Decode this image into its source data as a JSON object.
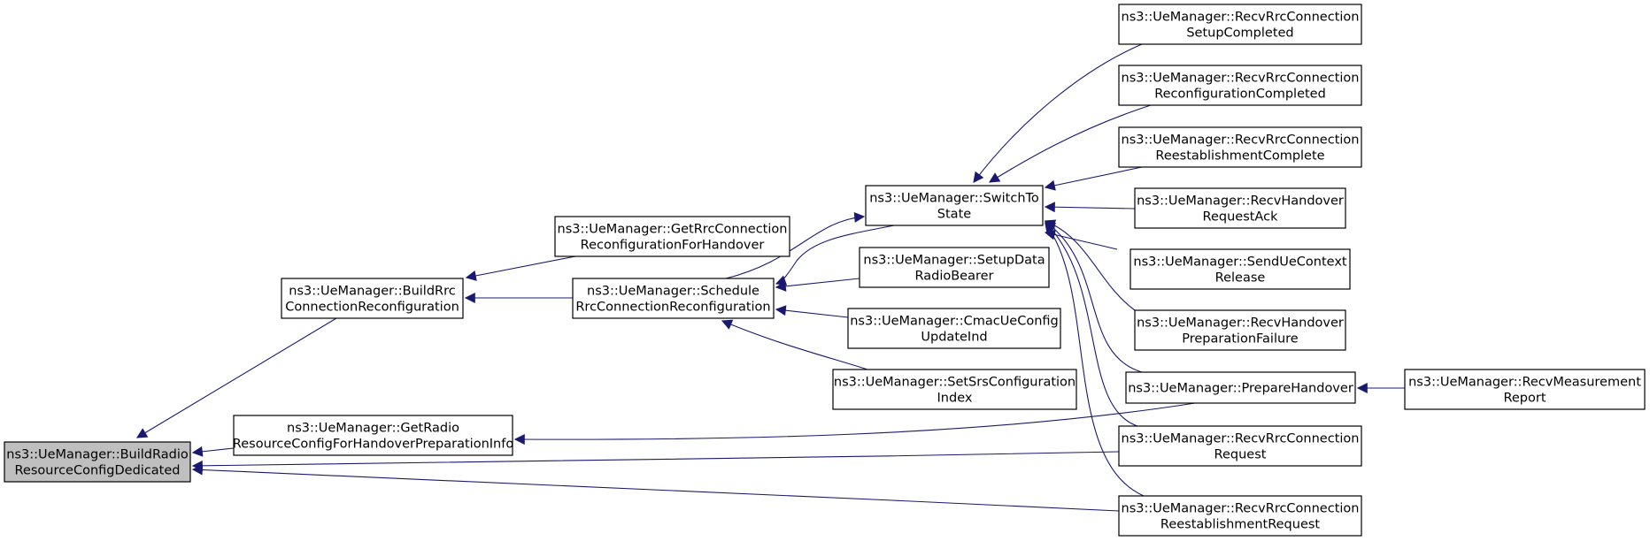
{
  "edge_color": "#191970",
  "root_fill": "#bfbfbf",
  "nodes": [
    {
      "id": "n0",
      "lines": [
        "ns3::UeManager::BuildRadio",
        "ResourceConfigDedicated"
      ],
      "root": true
    },
    {
      "id": "n1",
      "lines": [
        "ns3::UeManager::BuildRrc",
        "ConnectionReconfiguration"
      ]
    },
    {
      "id": "n2",
      "lines": [
        "ns3::UeManager::GetRadio",
        "ResourceConfigForHandoverPreparationInfo"
      ]
    },
    {
      "id": "n3",
      "lines": [
        "ns3::UeManager::GetRrcConnection",
        "ReconfigurationForHandover"
      ]
    },
    {
      "id": "n4",
      "lines": [
        "ns3::UeManager::Schedule",
        "RrcConnectionReconfiguration"
      ]
    },
    {
      "id": "n5",
      "lines": [
        "ns3::UeManager::SwitchTo",
        "State"
      ]
    },
    {
      "id": "n6",
      "lines": [
        "ns3::UeManager::SetupData",
        "RadioBearer"
      ]
    },
    {
      "id": "n7",
      "lines": [
        "ns3::UeManager::CmacUeConfig",
        "UpdateInd"
      ]
    },
    {
      "id": "n8",
      "lines": [
        "ns3::UeManager::SetSrsConfiguration",
        "Index"
      ]
    },
    {
      "id": "n9",
      "lines": [
        "ns3::UeManager::RecvRrcConnection",
        "SetupCompleted"
      ]
    },
    {
      "id": "n10",
      "lines": [
        "ns3::UeManager::RecvRrcConnection",
        "ReconfigurationCompleted"
      ]
    },
    {
      "id": "n11",
      "lines": [
        "ns3::UeManager::RecvRrcConnection",
        "ReestablishmentComplete"
      ]
    },
    {
      "id": "n12",
      "lines": [
        "ns3::UeManager::RecvHandover",
        "RequestAck"
      ]
    },
    {
      "id": "n13",
      "lines": [
        "ns3::UeManager::SendUeContext",
        "Release"
      ]
    },
    {
      "id": "n14",
      "lines": [
        "ns3::UeManager::RecvHandover",
        "PreparationFailure"
      ]
    },
    {
      "id": "n15",
      "lines": [
        "ns3::UeManager::PrepareHandover"
      ]
    },
    {
      "id": "n16",
      "lines": [
        "ns3::UeManager::RecvRrcConnection",
        "Request"
      ]
    },
    {
      "id": "n17",
      "lines": [
        "ns3::UeManager::RecvRrcConnection",
        "ReestablishmentRequest"
      ]
    },
    {
      "id": "n18",
      "lines": [
        "ns3::UeManager::RecvMeasurement",
        "Report"
      ]
    }
  ],
  "edges": [
    {
      "from": "n0",
      "to": "n1"
    },
    {
      "from": "n0",
      "to": "n2"
    },
    {
      "from": "n0",
      "to": "n16"
    },
    {
      "from": "n0",
      "to": "n17"
    },
    {
      "from": "n1",
      "to": "n3"
    },
    {
      "from": "n1",
      "to": "n4"
    },
    {
      "from": "n2",
      "to": "n15"
    },
    {
      "from": "n4",
      "to": "n5"
    },
    {
      "from": "n4",
      "to": "n6"
    },
    {
      "from": "n4",
      "to": "n7"
    },
    {
      "from": "n4",
      "to": "n8"
    },
    {
      "from": "n5",
      "to": "n4"
    },
    {
      "from": "n5",
      "to": "n9"
    },
    {
      "from": "n5",
      "to": "n10"
    },
    {
      "from": "n5",
      "to": "n11"
    },
    {
      "from": "n5",
      "to": "n12"
    },
    {
      "from": "n5",
      "to": "n13"
    },
    {
      "from": "n5",
      "to": "n14"
    },
    {
      "from": "n5",
      "to": "n15"
    },
    {
      "from": "n5",
      "to": "n16"
    },
    {
      "from": "n5",
      "to": "n17"
    },
    {
      "from": "n15",
      "to": "n18"
    }
  ]
}
